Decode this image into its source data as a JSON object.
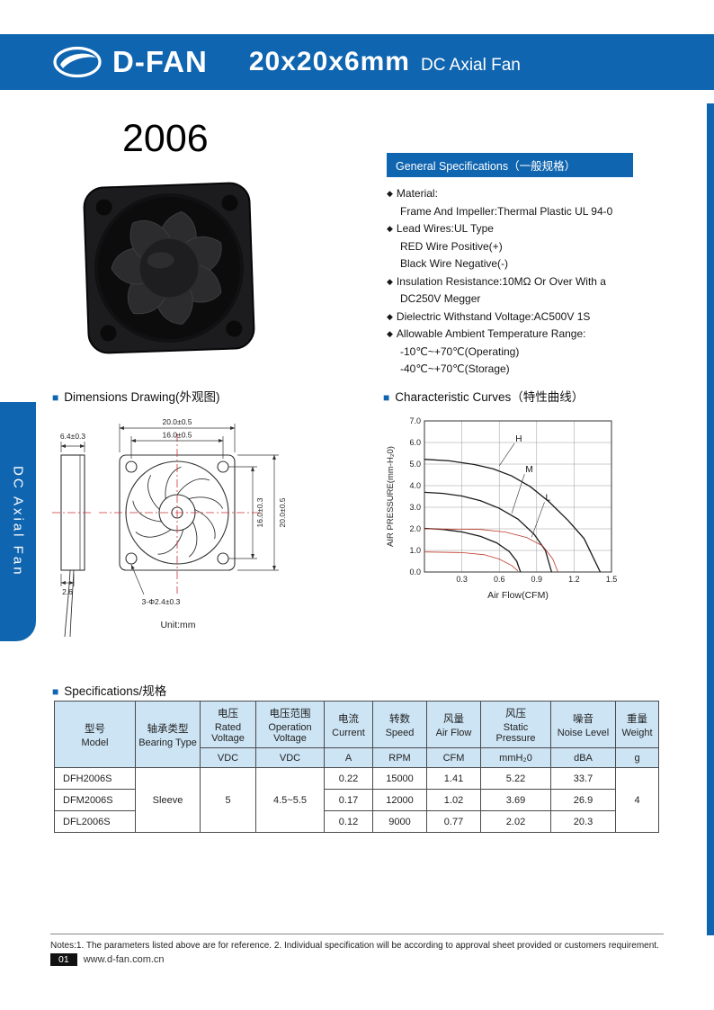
{
  "page": {
    "header": {
      "brand": "D-FAN",
      "size_title": "20x20x6mm",
      "type_title": "DC Axial Fan"
    },
    "side_tab_label": "DC Axial Fan",
    "model_number": "2006",
    "notes": "Notes:1. The parameters listed above are for reference.   2. Individual specification will be according to approval sheet provided or customers requirement.",
    "footer": {
      "page_number": "01",
      "website": "www.d-fan.com.cn"
    }
  },
  "general_specs": {
    "title": "General Specifications（一般规格）",
    "items": [
      {
        "bullet": true,
        "text": "Material:"
      },
      {
        "bullet": false,
        "text": "Frame And Impeller:Thermal Plastic UL 94-0"
      },
      {
        "bullet": true,
        "text": "Lead Wires:UL Type"
      },
      {
        "bullet": false,
        "text": "RED Wire Positive(+)"
      },
      {
        "bullet": false,
        "text": "Black Wire Negative(-)"
      },
      {
        "bullet": true,
        "text": "Insulation Resistance:10MΩ Or Over With a"
      },
      {
        "bullet": false,
        "text": "DC250V Megger"
      },
      {
        "bullet": true,
        "text": "Dielectric Withstand Voltage:AC500V 1S"
      },
      {
        "bullet": true,
        "text": "Allowable Ambient Temperature Range:"
      },
      {
        "bullet": false,
        "text": "-10℃~+70℃(Operating)"
      },
      {
        "bullet": false,
        "text": "-40℃~+70℃(Storage)"
      }
    ]
  },
  "dimensions": {
    "section_title": "Dimensions Drawing(外观图)",
    "side_width": "6.4±0.3",
    "outer_width": "20.0±0.5",
    "hole_pitch_h": "16.0±0.5",
    "hole_pitch_v": "16.0±0.3",
    "outer_height": "20.0±0.5",
    "wire_offset": "2.6",
    "hole_callout": "3-Φ2.4±0.3",
    "unit_label": "Unit:mm"
  },
  "chart_data": {
    "type": "line",
    "section_title": "Characteristic Curves（特性曲线）",
    "xlabel": "Air Flow(CFM)",
    "ylabel": "AIR PRESSURE(mm-H₂0)",
    "xlim": [
      0,
      1.5
    ],
    "ylim": [
      0,
      7.0
    ],
    "x_ticks": [
      0.3,
      0.6,
      0.9,
      1.2,
      1.5
    ],
    "y_ticks": [
      0,
      1,
      2,
      3,
      4,
      5,
      6,
      7
    ],
    "grid": true,
    "series": [
      {
        "name": "H",
        "color": "#1a1a1a",
        "width": 1.3,
        "points": [
          [
            0,
            5.22
          ],
          [
            0.2,
            5.15
          ],
          [
            0.4,
            4.98
          ],
          [
            0.55,
            4.78
          ],
          [
            0.7,
            4.45
          ],
          [
            0.85,
            3.95
          ],
          [
            1.0,
            3.25
          ],
          [
            1.15,
            2.4
          ],
          [
            1.28,
            1.55
          ],
          [
            1.41,
            0
          ]
        ]
      },
      {
        "name": "M",
        "color": "#1a1a1a",
        "width": 1.3,
        "points": [
          [
            0,
            3.69
          ],
          [
            0.15,
            3.64
          ],
          [
            0.3,
            3.52
          ],
          [
            0.45,
            3.3
          ],
          [
            0.6,
            2.95
          ],
          [
            0.75,
            2.45
          ],
          [
            0.88,
            1.75
          ],
          [
            0.97,
            1.0
          ],
          [
            1.02,
            0
          ]
        ]
      },
      {
        "name": "L",
        "color": "#1a1a1a",
        "width": 1.3,
        "points": [
          [
            0,
            2.02
          ],
          [
            0.15,
            1.97
          ],
          [
            0.3,
            1.86
          ],
          [
            0.45,
            1.65
          ],
          [
            0.58,
            1.35
          ],
          [
            0.68,
            0.95
          ],
          [
            0.74,
            0.5
          ],
          [
            0.77,
            0
          ]
        ]
      },
      {
        "name": "ref-high",
        "color": "#c0392b",
        "width": 0.8,
        "points": [
          [
            0,
            2.0
          ],
          [
            0.45,
            1.97
          ],
          [
            0.65,
            1.85
          ],
          [
            0.82,
            1.6
          ],
          [
            0.95,
            1.2
          ],
          [
            1.03,
            0.6
          ],
          [
            1.07,
            0
          ]
        ]
      },
      {
        "name": "ref-low",
        "color": "#c0392b",
        "width": 0.8,
        "points": [
          [
            0,
            0.93
          ],
          [
            0.3,
            0.9
          ],
          [
            0.48,
            0.8
          ],
          [
            0.6,
            0.6
          ],
          [
            0.7,
            0.3
          ],
          [
            0.75,
            0.05
          ]
        ]
      }
    ],
    "curve_labels": [
      {
        "text": "H",
        "x": 0.73,
        "y": 6.05,
        "ax": 0.6,
        "ay": 4.92
      },
      {
        "text": "M",
        "x": 0.81,
        "y": 4.62,
        "ax": 0.7,
        "ay": 2.72
      },
      {
        "text": "L",
        "x": 0.97,
        "y": 3.32,
        "ax": 0.86,
        "ay": 1.62
      }
    ]
  },
  "spec_table": {
    "section_title": "Specifications/规格",
    "columns": [
      {
        "zh": "型号",
        "en": "Model",
        "unit": null
      },
      {
        "zh": "轴承类型",
        "en": "Bearing Type",
        "unit": null
      },
      {
        "zh": "电压",
        "en": "Rated Voltage",
        "unit": "VDC"
      },
      {
        "zh": "电压范围",
        "en": "Operation Voltage",
        "unit": "VDC"
      },
      {
        "zh": "电流",
        "en": "Current",
        "unit": "A"
      },
      {
        "zh": "转数",
        "en": "Speed",
        "unit": "RPM"
      },
      {
        "zh": "风量",
        "en": "Air Flow",
        "unit": "CFM"
      },
      {
        "zh": "风压",
        "en": "Static Pressure",
        "unit": "mmH₂0"
      },
      {
        "zh": "噪音",
        "en": "Noise Level",
        "unit": "dBA"
      },
      {
        "zh": "重量",
        "en": "Weight",
        "unit": "g"
      }
    ],
    "merged": {
      "bearing": "Sleeve",
      "rated_voltage": "5",
      "operation_voltage": "4.5~5.5",
      "weight": "4"
    },
    "rows": [
      {
        "model": "DFH2006S",
        "current": "0.22",
        "speed": "15000",
        "air_flow": "1.41",
        "static_pressure": "5.22",
        "noise": "33.7"
      },
      {
        "model": "DFM2006S",
        "current": "0.17",
        "speed": "12000",
        "air_flow": "1.02",
        "static_pressure": "3.69",
        "noise": "26.9"
      },
      {
        "model": "DFL2006S",
        "current": "0.12",
        "speed": "9000",
        "air_flow": "0.77",
        "static_pressure": "2.02",
        "noise": "20.3"
      }
    ]
  }
}
